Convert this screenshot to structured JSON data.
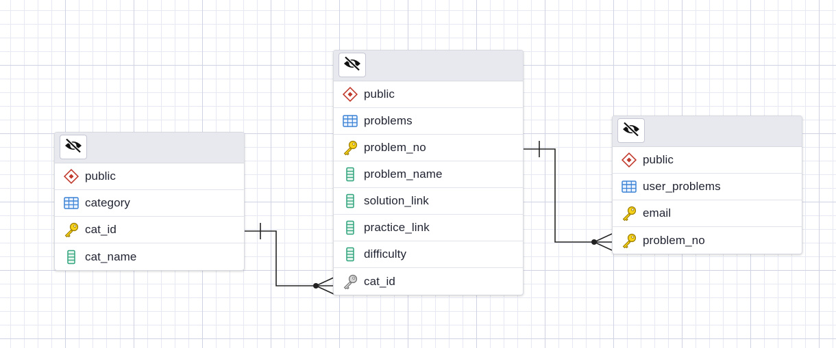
{
  "entities": {
    "category": {
      "schema": "public",
      "table": "category",
      "columns": [
        {
          "name": "cat_id",
          "icon": "primary-key-icon"
        },
        {
          "name": "cat_name",
          "icon": "column-icon"
        }
      ]
    },
    "problems": {
      "schema": "public",
      "table": "problems",
      "columns": [
        {
          "name": "problem_no",
          "icon": "primary-key-icon"
        },
        {
          "name": "problem_name",
          "icon": "column-icon"
        },
        {
          "name": "solution_link",
          "icon": "column-icon"
        },
        {
          "name": "practice_link",
          "icon": "column-icon"
        },
        {
          "name": "difficulty",
          "icon": "column-icon"
        },
        {
          "name": "cat_id",
          "icon": "foreign-key-icon"
        }
      ]
    },
    "user_problems": {
      "schema": "public",
      "table": "user_problems",
      "columns": [
        {
          "name": "email",
          "icon": "primary-key-icon"
        },
        {
          "name": "problem_no",
          "icon": "primary-key-icon"
        }
      ]
    }
  },
  "relationships": [
    {
      "from": "category.cat_id",
      "to": "problems.cat_id",
      "cardinality": "one-to-many"
    },
    {
      "from": "problems.problem_no",
      "to": "user_problems.problem_no",
      "cardinality": "one-to-many"
    }
  ],
  "colors": {
    "schema_icon": "#c0392b",
    "table_icon": "#3b82d6",
    "primary_key": "#e6c200",
    "column_icon": "#2fa37c",
    "foreign_key": "#8a8a8a",
    "link_line": "#222222"
  }
}
